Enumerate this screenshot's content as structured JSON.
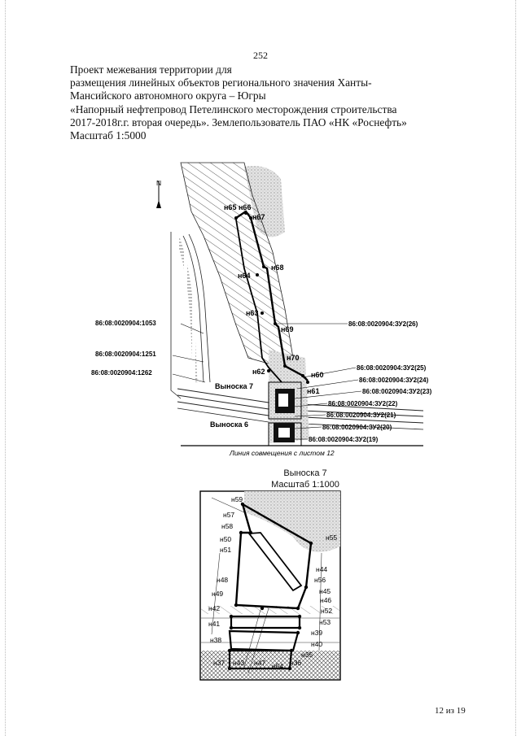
{
  "page_number": "252",
  "title_lines": [
    "Проект межевания территории для",
    "размещения линейных объектов регионального значения Ханты-",
    "Мансийского автономного округа – Югры",
    "«Напорный нефтепровод Петелинского месторождения строительства",
    "2017-2018г.г. вторая очередь». Землепользователь ПАО «НК «Роснефть»",
    "Масштаб 1:5000"
  ],
  "north_arrow_label": "N",
  "main_map": {
    "points": [
      "н65",
      "н66",
      "н67",
      "н68",
      "н64",
      "н63",
      "н69",
      "н70",
      "н62",
      "н60",
      "н61"
    ],
    "parcels": [
      "86:08:0020904:1053",
      "86:08:0020904:1251",
      "86:08:0020904:1262",
      "86:08:0020904:ЗУ2(26)",
      "86:08:0020904:ЗУ2(25)",
      "86:08:0020904:ЗУ2(24)",
      "86:08:0020904:ЗУ2(23)",
      "86:08:0020904:ЗУ2(22)",
      "86:08:0020904:ЗУ2(21)",
      "86:08:0020904:ЗУ2(20)",
      "86:08:0020904:ЗУ2(19)"
    ],
    "callouts": [
      "Выноска 7",
      "Выноска 6"
    ],
    "combine_line": "Линия совмещения с листом 12"
  },
  "inset": {
    "title": "Выноска 7",
    "scale": "Масштаб 1:1000",
    "points": [
      "н59",
      "н57",
      "н58",
      "н50",
      "н51",
      "н55",
      "н44",
      "н56",
      "н48",
      "н45",
      "н49",
      "н46",
      "н42",
      "н52",
      "н41",
      "н53",
      "н39",
      "н38",
      "н40",
      "н35",
      "н37",
      "н43",
      "н47",
      "н54",
      "н36"
    ]
  },
  "footer": "12 из 19"
}
